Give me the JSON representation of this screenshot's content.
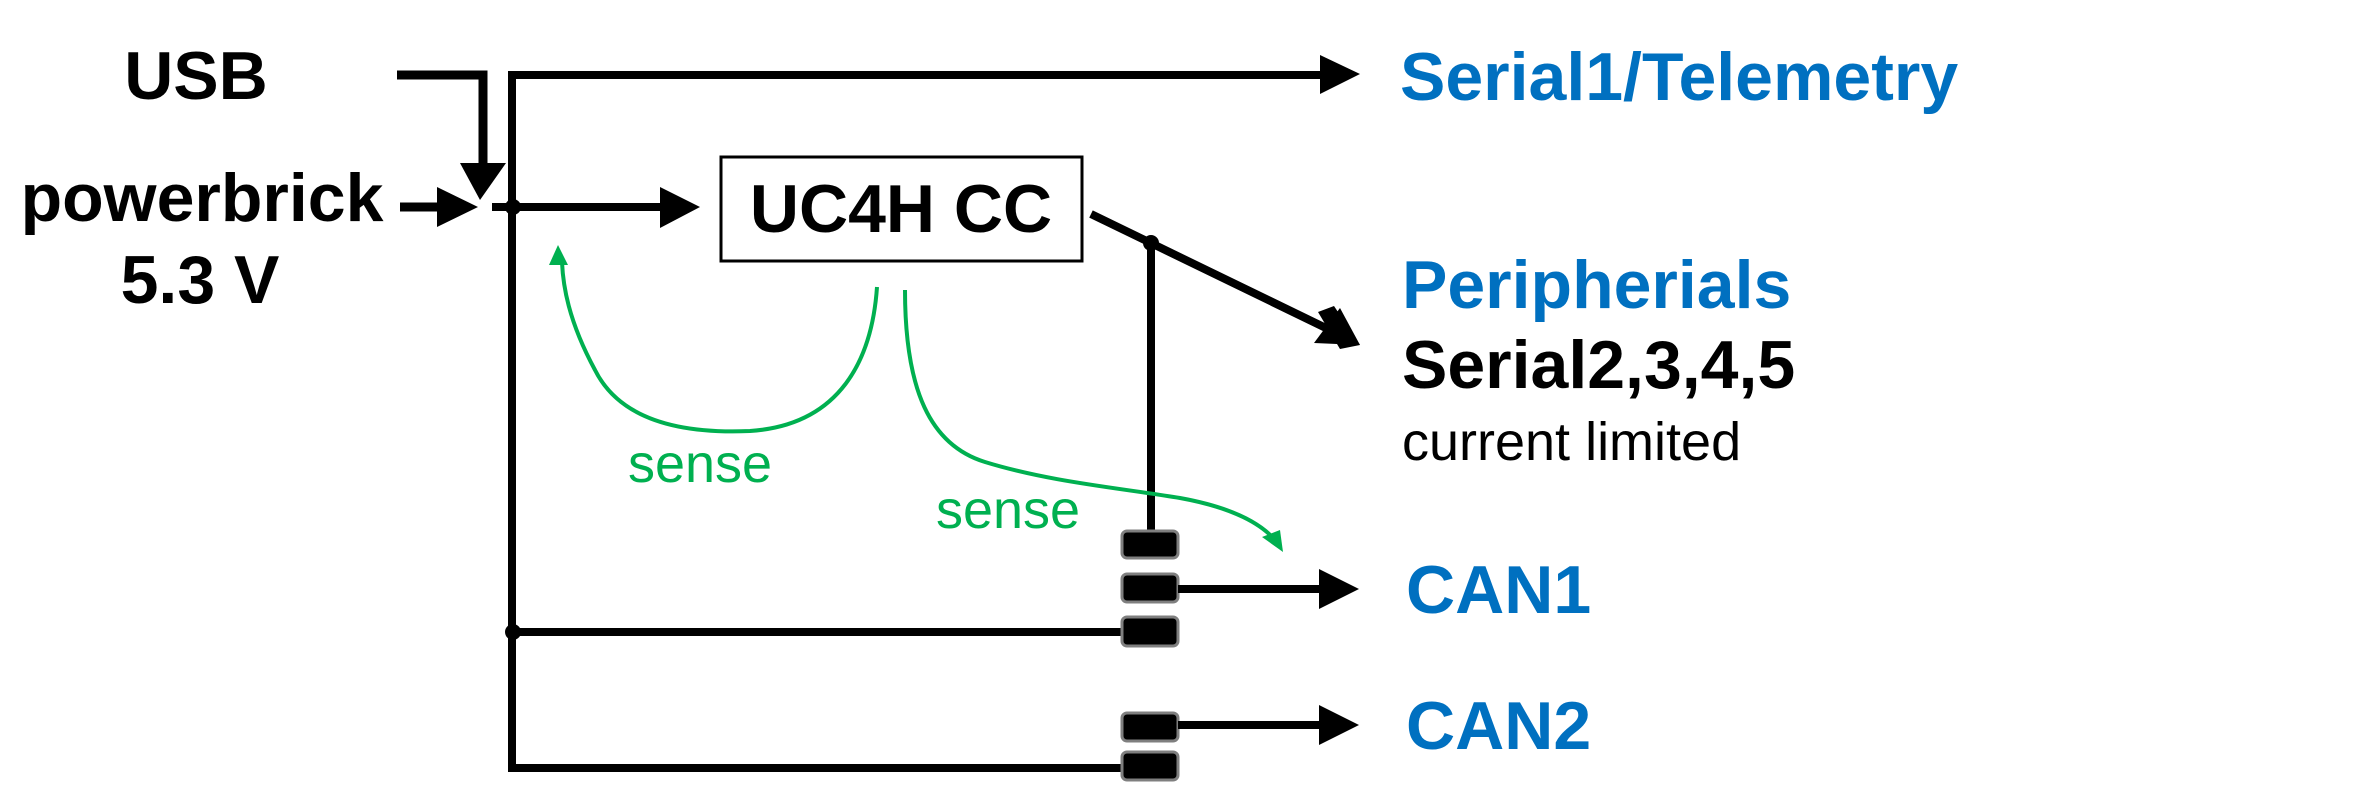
{
  "colors": {
    "text": "#000000",
    "accent_blue": "#0070c0",
    "sense_green": "#00b050",
    "connector_border": "#7f7f7f"
  },
  "inputs": {
    "usb": "USB",
    "powerbrick": "powerbrick",
    "voltage": "5.3 V"
  },
  "controller": {
    "label": "UC4H CC"
  },
  "outputs": {
    "serial1": "Serial1/Telemetry",
    "peripherals_title": "Peripherials",
    "peripherals_ports": "Serial2,3,4,5",
    "peripherals_note": "current limited",
    "can1": "CAN1",
    "can2": "CAN2"
  },
  "sense_labels": [
    "sense",
    "sense"
  ],
  "connectors": {
    "can1_pins": 3,
    "can2_pins": 2
  }
}
